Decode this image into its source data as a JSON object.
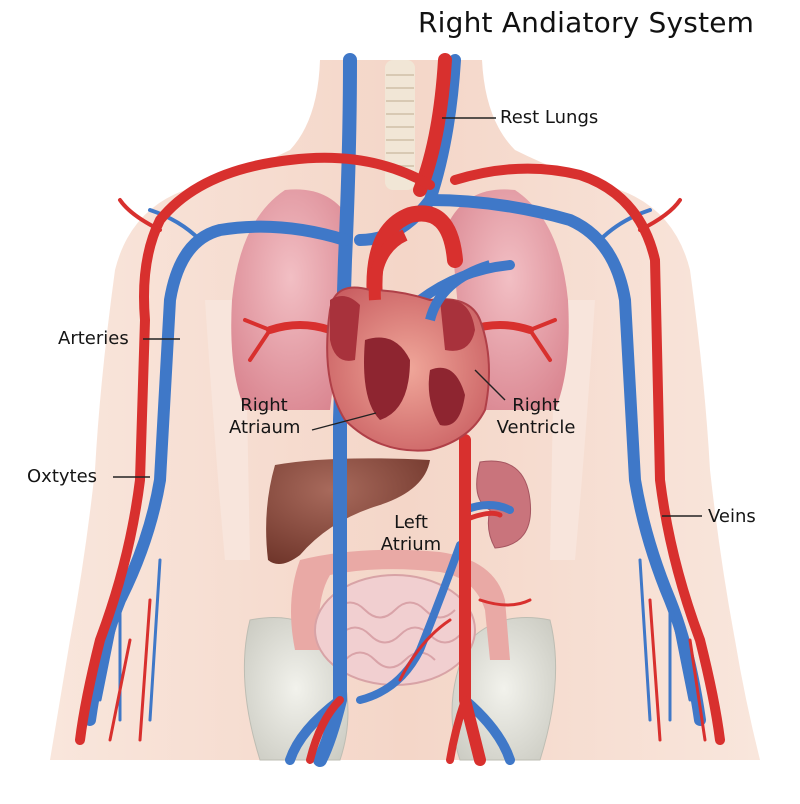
{
  "title": "Right Andiatory System",
  "labels": {
    "rest_lungs": "Rest Lungs",
    "arteries": "Arteries",
    "oxtytes": "Oxtytes",
    "right_atriaum_line1": "Right",
    "right_atriaum_line2": "Atriaum",
    "right_ventricle_line1": "Right",
    "right_ventricle_line2": "Ventricle",
    "left_atrium_line1": "Left",
    "left_atrium_line2": "Atrium",
    "veins": "Veins"
  },
  "colors": {
    "skin": "#f6ddd0",
    "artery": "#d8302e",
    "vein": "#3f78c8",
    "lung": "#e9a3ad",
    "heart": "#c8404a",
    "liver": "#8a4a3e",
    "kidney": "#c9747c",
    "intestine": "#efc3c6",
    "bone": "#e4e4dc"
  }
}
